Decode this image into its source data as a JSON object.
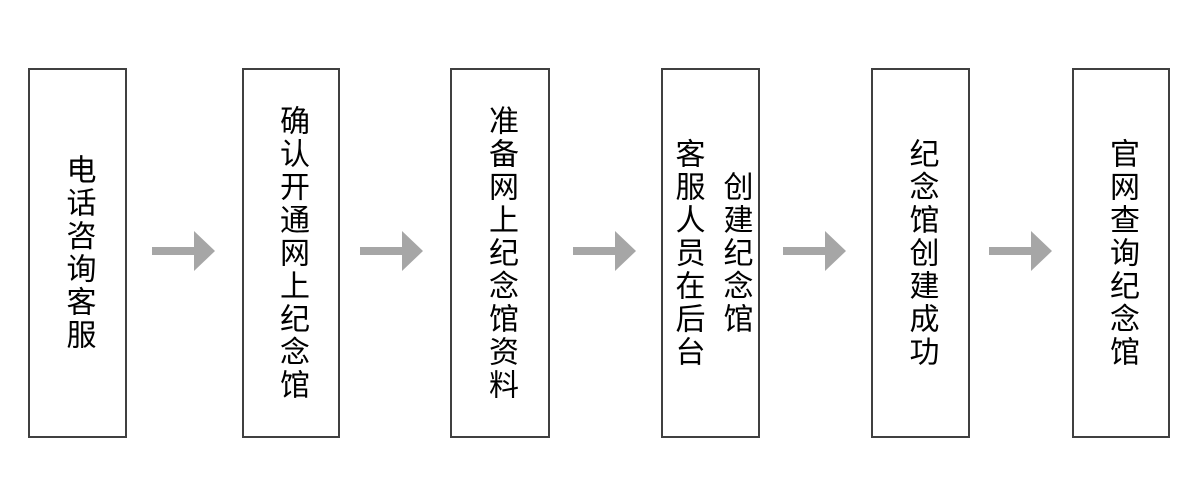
{
  "diagram": {
    "type": "flowchart",
    "direction": "left-to-right",
    "steps": [
      {
        "label": "电话咨询客服"
      },
      {
        "label": "确认开通网上纪念馆"
      },
      {
        "label": "准备网上纪念馆资料"
      },
      {
        "label": "客服人员在后台\n创建纪念馆"
      },
      {
        "label": "纪念馆创建成功"
      },
      {
        "label": "官网查询纪念馆"
      }
    ],
    "connector_icon": "right-arrow",
    "colors": {
      "background": "#ffffff",
      "box_fill": "#ffffff",
      "box_border": "#404040",
      "text": "#000000",
      "arrow": "#a6a6a6"
    }
  }
}
